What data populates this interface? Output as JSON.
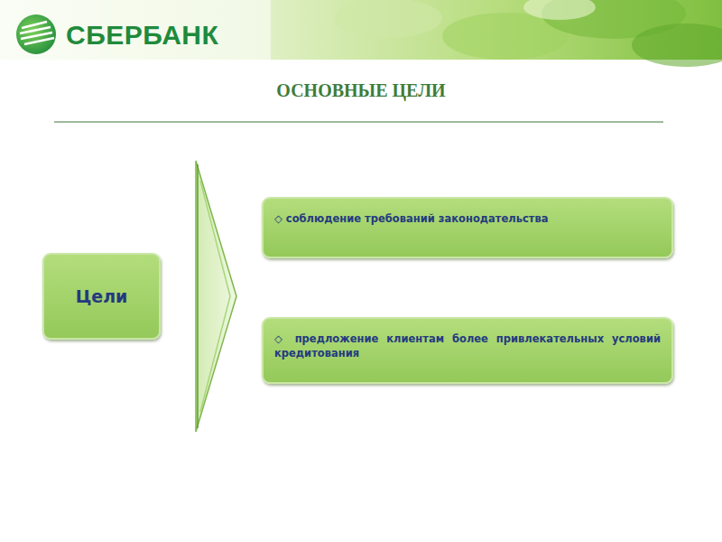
{
  "diagram": {
    "title": "ОСНОВНЫЕ ЦЕЛИ",
    "nodes": [
      {
        "text": [
          "Цели"
        ]
      },
      {
        "text": [
          "◇ соблюдение требований законодательства"
        ]
      },
      {
        "text": [
          "◇ предложение клиентам более привлекательных условий кредитования"
        ]
      }
    ],
    "labels": [
      "СБЕРБАНК"
    ]
  }
}
